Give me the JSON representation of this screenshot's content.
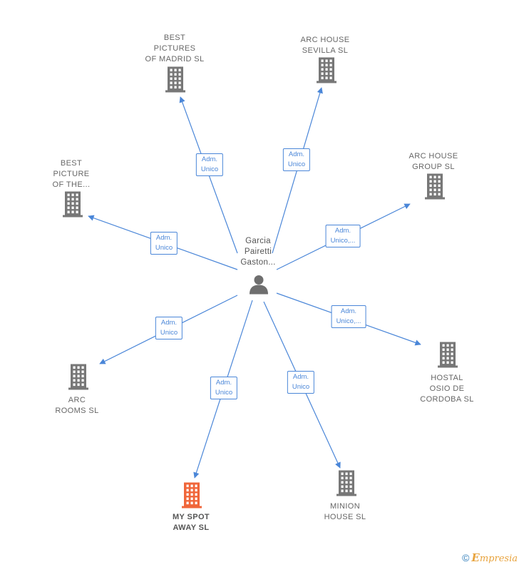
{
  "center": {
    "label": "Garcia\nPairetti\nGaston...",
    "icon": "person-icon"
  },
  "nodes": [
    {
      "id": "best-pictures-madrid",
      "label": "BEST\nPICTURES\nOF MADRID  SL",
      "icon": "building-icon",
      "highlight": false
    },
    {
      "id": "arc-house-sevilla",
      "label": "ARC HOUSE\nSEVILLA  SL",
      "icon": "building-icon",
      "highlight": false
    },
    {
      "id": "best-picture-of-the",
      "label": "BEST\nPICTURE\nOF THE...",
      "icon": "building-icon",
      "highlight": false
    },
    {
      "id": "arc-house-group",
      "label": "ARC HOUSE\nGROUP  SL",
      "icon": "building-icon",
      "highlight": false
    },
    {
      "id": "arc-rooms",
      "label": "ARC\nROOMS  SL",
      "icon": "building-icon",
      "highlight": false
    },
    {
      "id": "hostal-osio",
      "label": "HOSTAL\nOSIO DE\nCORDOBA SL",
      "icon": "building-icon",
      "highlight": false
    },
    {
      "id": "my-spot-away",
      "label": "MY SPOT\nAWAY  SL",
      "icon": "building-icon",
      "highlight": true
    },
    {
      "id": "minion-house",
      "label": "MINION\nHOUSE  SL",
      "icon": "building-icon",
      "highlight": false
    }
  ],
  "edges": [
    {
      "to": "best-pictures-madrid",
      "label": "Adm.\nUnico"
    },
    {
      "to": "arc-house-sevilla",
      "label": "Adm.\nUnico"
    },
    {
      "to": "best-picture-of-the",
      "label": "Adm.\nUnico"
    },
    {
      "to": "arc-house-group",
      "label": "Adm.\nUnico,..."
    },
    {
      "to": "arc-rooms",
      "label": "Adm.\nUnico"
    },
    {
      "to": "hostal-osio",
      "label": "Adm.\nUnico,..."
    },
    {
      "to": "my-spot-away",
      "label": "Adm.\nUnico"
    },
    {
      "to": "minion-house",
      "label": "Adm.\nUnico"
    }
  ],
  "colors": {
    "edge": "#4a86d8",
    "building": "#777777",
    "building_highlight": "#f0663a",
    "person": "#6e6e6e"
  },
  "footer": {
    "copyright": "©",
    "brand_initial": "E",
    "brand_rest": "mpresia"
  }
}
